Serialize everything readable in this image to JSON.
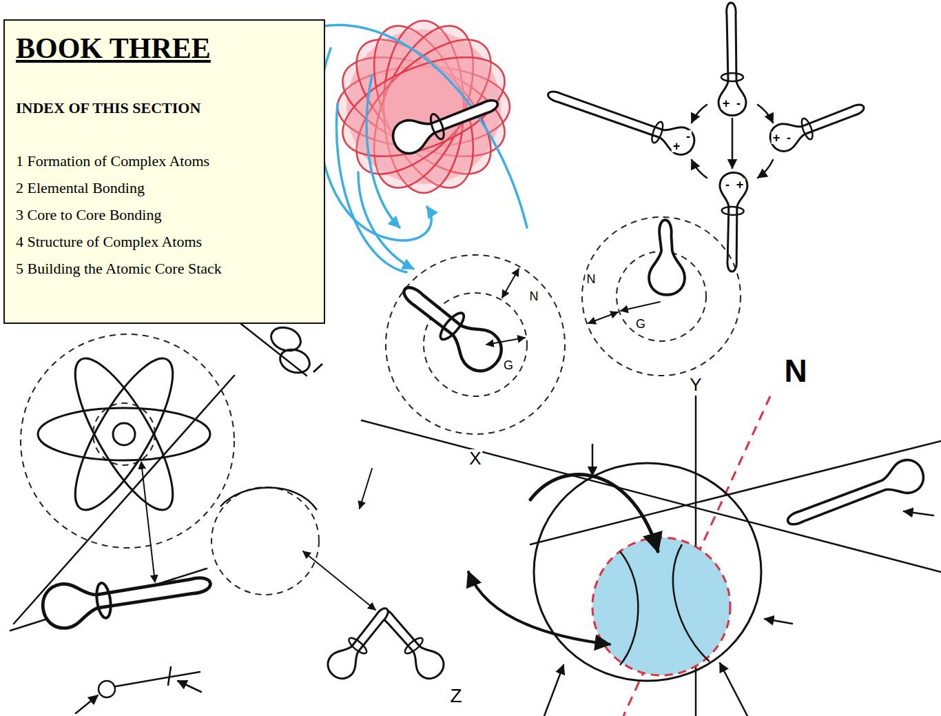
{
  "diagram": {
    "nodes": [
      {
        "text": [
          "BOOK THREE",
          "INDEX OF THIS SECTION",
          "1 Formation of Complex Atoms",
          "2 Elemental Bonding",
          "3 Core to Core Bonding",
          "4 Structure of Complex Atoms",
          "5 Building the Atomic Core Stack"
        ]
      }
    ],
    "labels": [
      "+",
      "-",
      "-",
      "+",
      "+",
      "-",
      "-",
      "+",
      "N",
      "G",
      "N",
      "G",
      "X",
      "Y",
      "N",
      "Z"
    ]
  }
}
